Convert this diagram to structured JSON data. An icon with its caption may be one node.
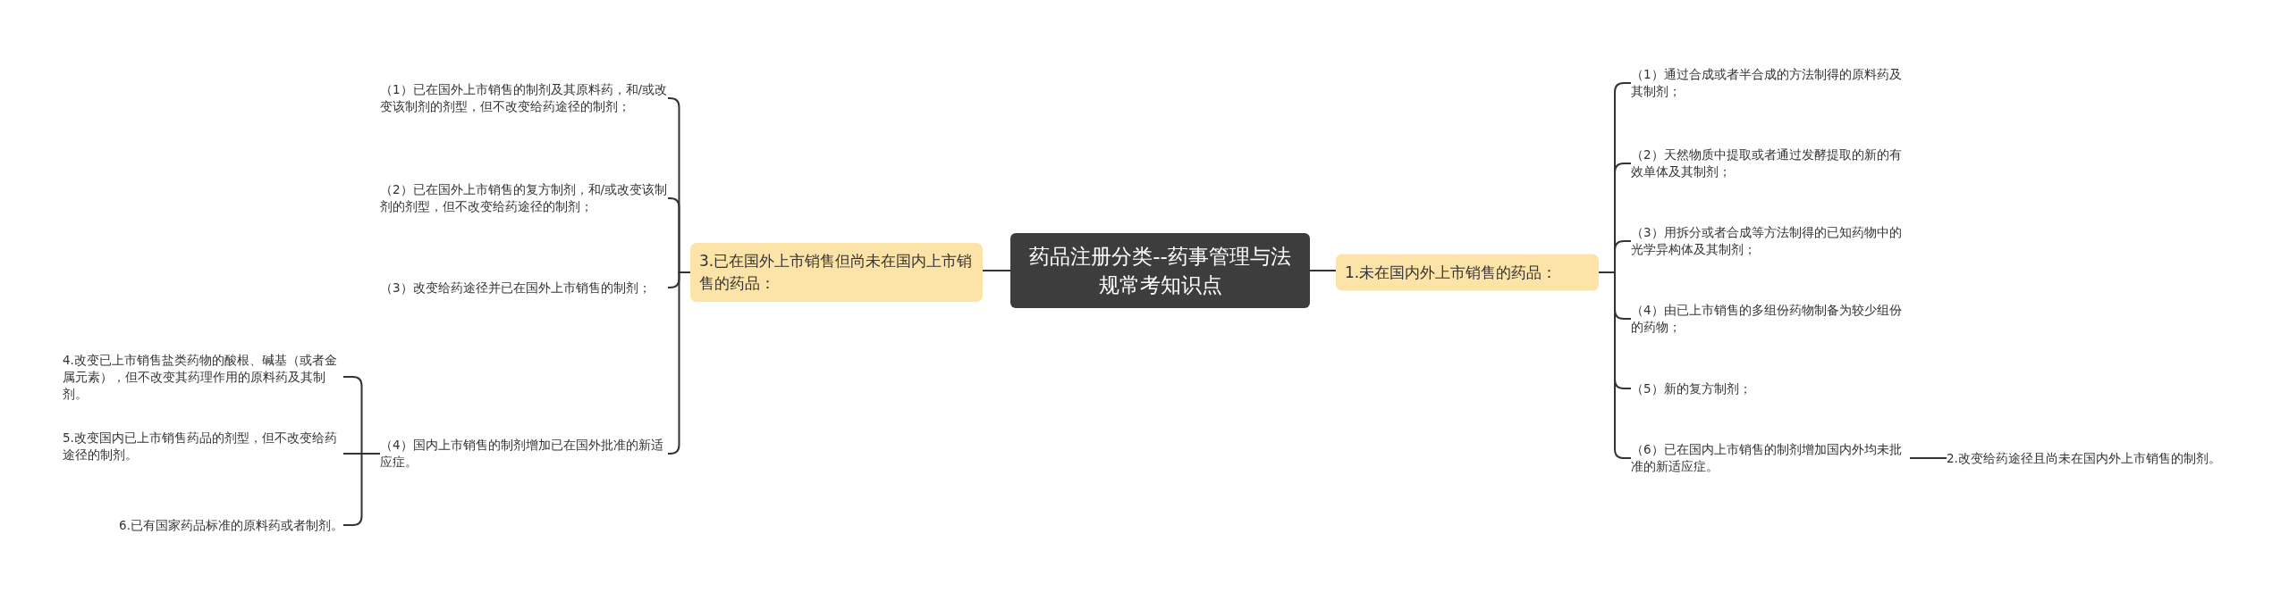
{
  "diagram": {
    "nodes": [
      {
        "text": [
          "药品注册分类--药事管理与法规常考知识点"
        ]
      },
      {
        "text": [
          "3.已在国外上市销售但尚未在国内上市销售的药品："
        ]
      },
      {
        "text": [
          "（1）已在国外上市销售的制剂及其原料药，和/或改变该制剂的剂型，但不改变给药途径的制剂；"
        ]
      },
      {
        "text": [
          "（2）已在国外上市销售的复方制剂，和/或改变该制剂的剂型，但不改变给药途径的制剂；"
        ]
      },
      {
        "text": [
          "（3）改变给药途径并已在国外上市销售的制剂；"
        ]
      },
      {
        "text": [
          "（4）国内上市销售的制剂增加已在国外批准的新适应症。"
        ]
      },
      {
        "text": [
          "4.改变已上市销售盐类药物的酸根、碱基（或者金属元素），但不改变其药理作用的原料药及其制剂。"
        ]
      },
      {
        "text": [
          "5.改变国内已上市销售药品的剂型，但不改变给药途径的制剂。"
        ]
      },
      {
        "text": [
          "6.已有国家药品标准的原料药或者制剂。"
        ]
      },
      {
        "text": [
          "1.未在国内外上市销售的药品："
        ]
      },
      {
        "text": [
          "（1）通过合成或者半合成的方法制得的原料药及其制剂；"
        ]
      },
      {
        "text": [
          "（2）天然物质中提取或者通过发酵提取的新的有效单体及其制剂；"
        ]
      },
      {
        "text": [
          "（3）用拆分或者合成等方法制得的已知药物中的光学异构体及其制剂；"
        ]
      },
      {
        "text": [
          "（4）由已上市销售的多组份药物制备为较少组份的药物；"
        ]
      },
      {
        "text": [
          "（5）新的复方制剂；"
        ]
      },
      {
        "text": [
          "（6）已在国内上市销售的制剂增加国内外均未批准的新适应症。"
        ]
      },
      {
        "text": [
          "2.改变给药途径且尚未在国内外上市销售的制剂。"
        ]
      }
    ],
    "edges": [
      {
        "from": 0,
        "to": 1,
        "arrow": "none"
      },
      {
        "from": 1,
        "to": 2,
        "arrow": "none"
      },
      {
        "from": 1,
        "to": 3,
        "arrow": "none"
      },
      {
        "from": 1,
        "to": 4,
        "arrow": "none"
      },
      {
        "from": 1,
        "to": 5,
        "arrow": "none"
      },
      {
        "from": 5,
        "to": 6,
        "arrow": "none"
      },
      {
        "from": 5,
        "to": 7,
        "arrow": "none"
      },
      {
        "from": 5,
        "to": 8,
        "arrow": "none"
      },
      {
        "from": 0,
        "to": 9,
        "arrow": "none"
      },
      {
        "from": 9,
        "to": 10,
        "arrow": "none"
      },
      {
        "from": 9,
        "to": 11,
        "arrow": "none"
      },
      {
        "from": 9,
        "to": 12,
        "arrow": "none"
      },
      {
        "from": 9,
        "to": 13,
        "arrow": "none"
      },
      {
        "from": 9,
        "to": 14,
        "arrow": "none"
      },
      {
        "from": 9,
        "to": 15,
        "arrow": "none"
      },
      {
        "from": 15,
        "to": 16,
        "arrow": "none"
      }
    ]
  }
}
